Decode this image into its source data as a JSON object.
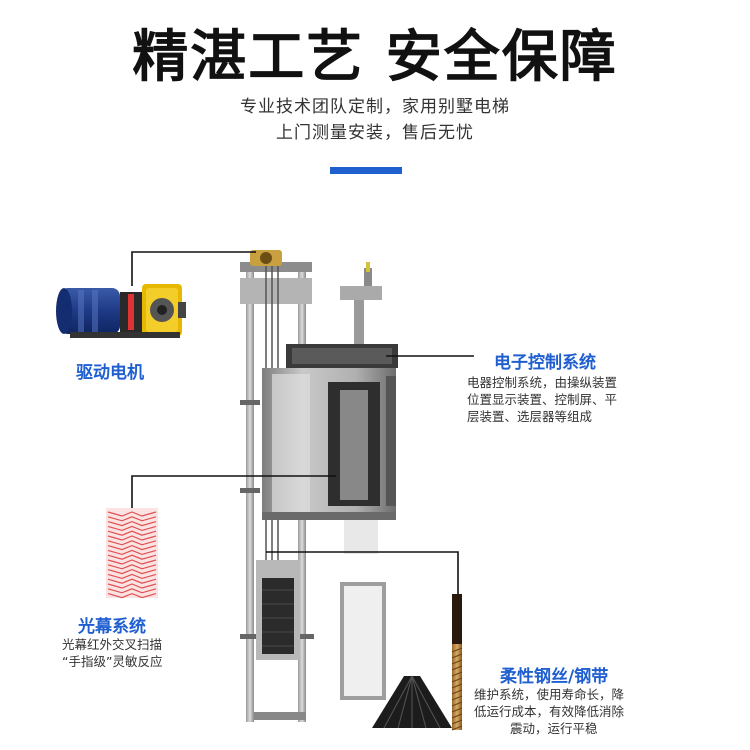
{
  "header": {
    "title": "精湛工艺 安全保障",
    "subtitle_line1": "专业技术团队定制，家用别墅电梯",
    "subtitle_line2": "上门测量安装，售后无忧"
  },
  "features": {
    "motor": {
      "title": "驱动电机"
    },
    "control": {
      "title": "电子控制系统",
      "desc_line1": "电器控制系统，由操纵装置",
      "desc_line2": "位置显示装置、控制屏、平",
      "desc_line3": "层装置、选层器等组成"
    },
    "curtain": {
      "title": "光幕系统",
      "desc_line1": "光幕红外交叉扫描",
      "desc_line2": "“手指级”灵敏反应"
    },
    "rope": {
      "title": "柔性钢丝/钢带",
      "desc_line1": "维护系统，使用寿命长，降",
      "desc_line2": "低运行成本，有效降低消除",
      "desc_line3": "震动，运行平稳"
    }
  },
  "colors": {
    "accent": "#1f5fd0",
    "title": "#111111",
    "curtain_red": "#e05050"
  }
}
